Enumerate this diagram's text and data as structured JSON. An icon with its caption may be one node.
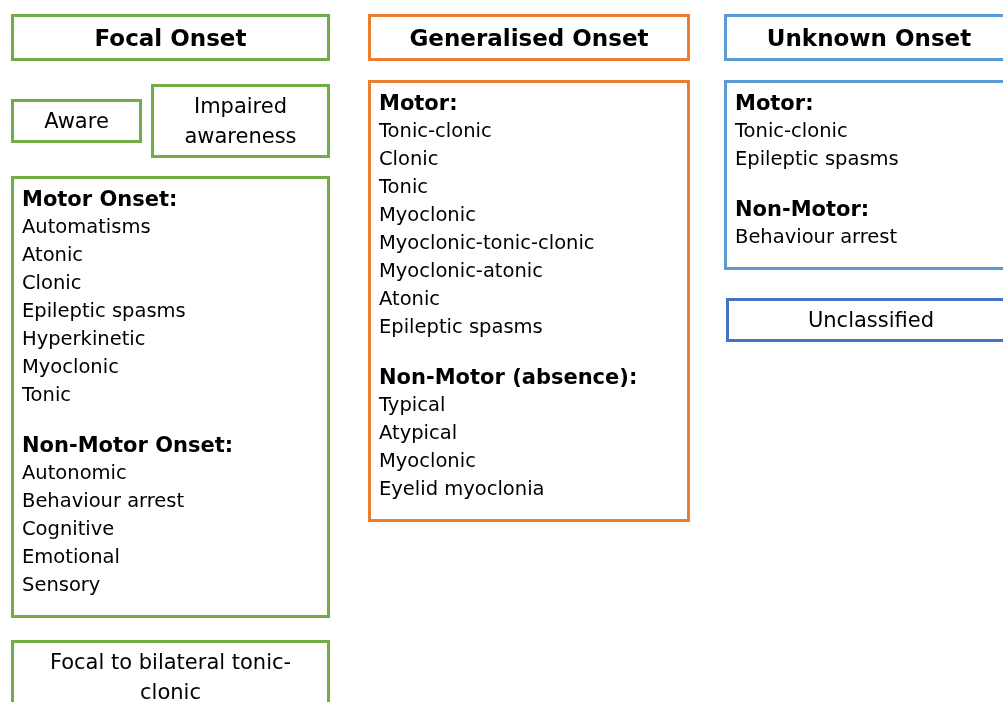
{
  "diagram": {
    "nodes": [
      {
        "text": [
          "Focal Onset"
        ]
      },
      {
        "text": [
          "Aware"
        ]
      },
      {
        "text": [
          "Impaired awareness"
        ]
      },
      {
        "text": [
          "Motor Onset:",
          "Automatisms",
          "Atonic",
          "Clonic",
          "Epileptic spasms",
          "Hyperkinetic",
          "Myoclonic",
          "Tonic",
          "Non-Motor Onset:",
          "Autonomic",
          "Behaviour arrest",
          "Cognitive",
          "Emotional",
          "Sensory"
        ]
      },
      {
        "text": [
          "Focal to bilateral tonic-clonic"
        ]
      },
      {
        "text": [
          "Generalised Onset"
        ]
      },
      {
        "text": [
          "Motor:",
          "Tonic-clonic",
          "Clonic",
          "Tonic",
          "Myoclonic",
          "Myoclonic-tonic-clonic",
          "Myoclonic-atonic",
          "Atonic",
          "Epileptic spasms",
          "Non-Motor (absence):",
          "Typical",
          "Atypical",
          "Myoclonic",
          "Eyelid myoclonia"
        ]
      },
      {
        "text": [
          "Unknown Onset"
        ]
      },
      {
        "text": [
          "Motor:",
          "Tonic-clonic",
          "Epileptic spasms",
          "Non-Motor:",
          "Behaviour arrest"
        ]
      },
      {
        "text": [
          "Unclassified"
        ]
      }
    ]
  }
}
